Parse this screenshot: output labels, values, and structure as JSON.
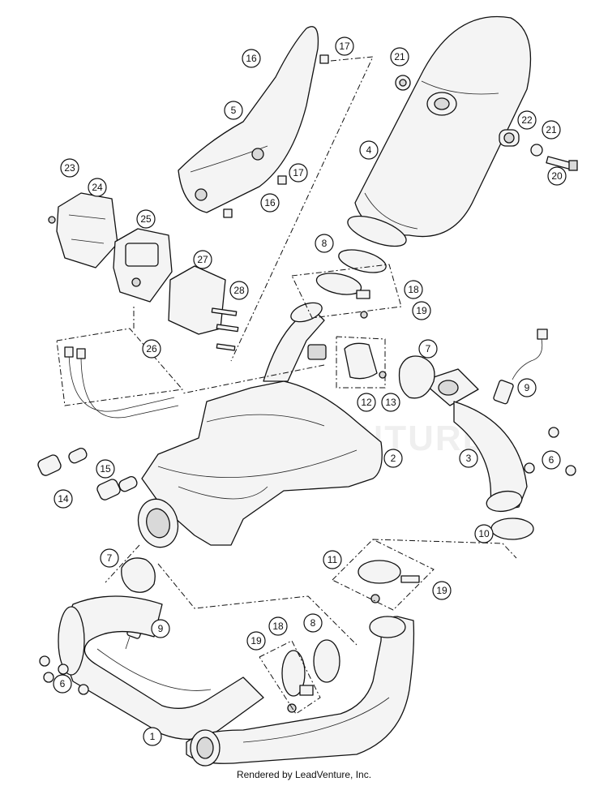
{
  "diagram": {
    "callout_labels": [
      "1",
      "2",
      "3",
      "4",
      "5",
      "6",
      "6",
      "7",
      "7",
      "8",
      "8",
      "9",
      "9",
      "10",
      "11",
      "12",
      "13",
      "14",
      "15",
      "16",
      "16",
      "17",
      "17",
      "18",
      "18",
      "19",
      "19",
      "19",
      "20",
      "21",
      "21",
      "22",
      "23",
      "24",
      "25",
      "26",
      "27",
      "28"
    ]
  },
  "footer": {
    "credit": "Rendered by LeadVenture, Inc."
  }
}
